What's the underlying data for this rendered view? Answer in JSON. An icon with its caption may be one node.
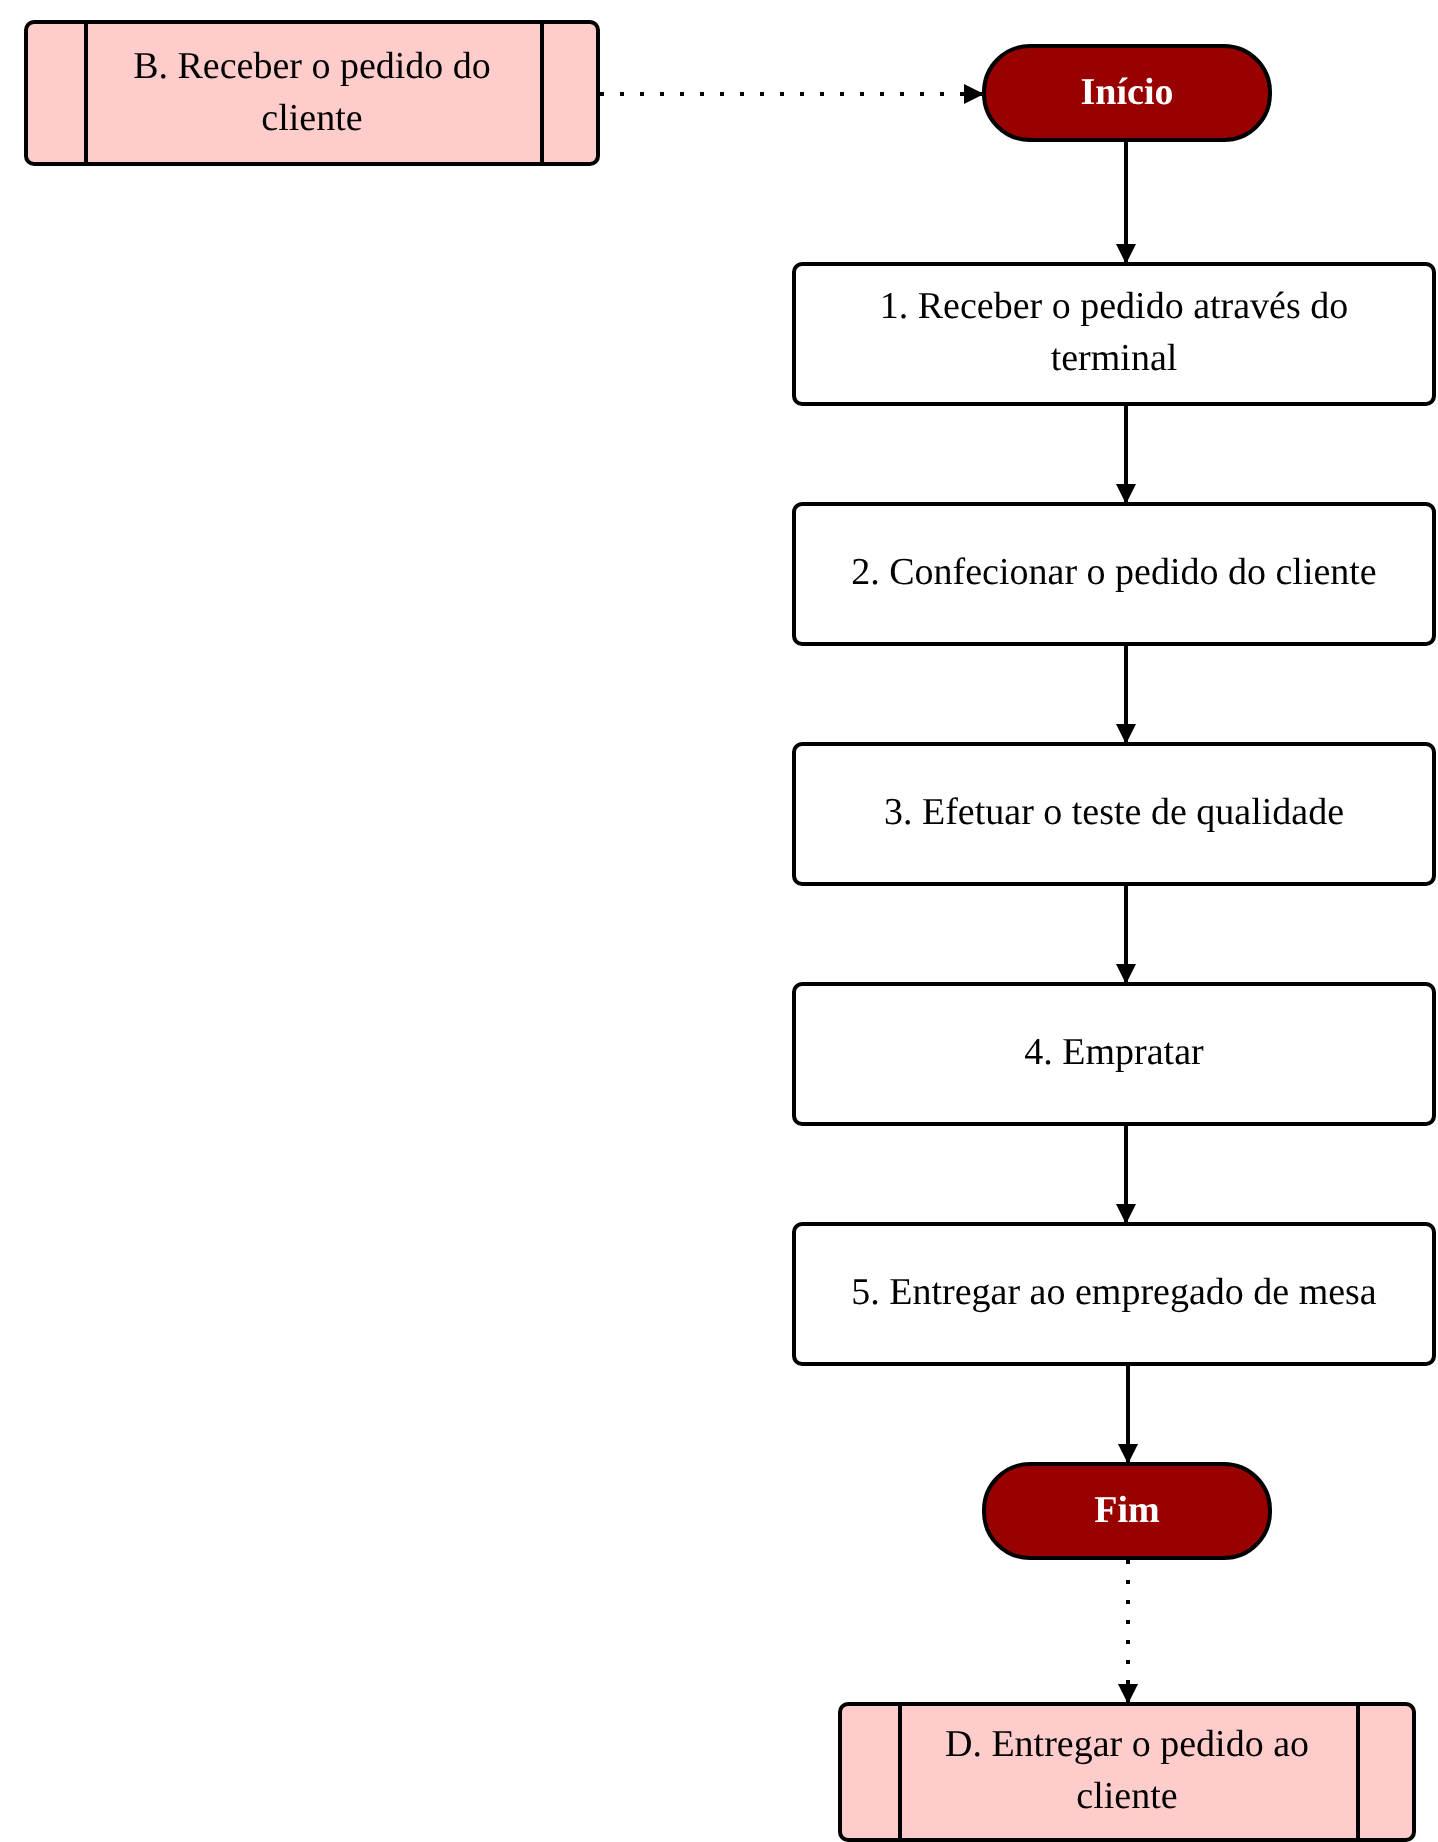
{
  "diagram": {
    "nodes": [
      {
        "text": [
          "B. Receber o pedido do cliente"
        ]
      },
      {
        "text": [
          "Início"
        ]
      },
      {
        "text": [
          "1. Receber o pedido através do terminal"
        ]
      },
      {
        "text": [
          "2. Confecionar o pedido do cliente"
        ]
      },
      {
        "text": [
          "3. Efetuar o teste de qualidade"
        ]
      },
      {
        "text": [
          "4. Empratar"
        ]
      },
      {
        "text": [
          "5. Entregar ao empregado de mesa"
        ]
      },
      {
        "text": [
          "Fim"
        ]
      },
      {
        "text": [
          "D. Entregar o pedido ao cliente"
        ]
      }
    ],
    "edges": [
      {
        "from": 0,
        "to": 1,
        "arrow": "to",
        "style": "dashed"
      },
      {
        "from": 1,
        "to": 2,
        "arrow": "to"
      },
      {
        "from": 2,
        "to": 3,
        "arrow": "to"
      },
      {
        "from": 3,
        "to": 4,
        "arrow": "to"
      },
      {
        "from": 4,
        "to": 5,
        "arrow": "to"
      },
      {
        "from": 5,
        "to": 6,
        "arrow": "to"
      },
      {
        "from": 6,
        "to": 7,
        "arrow": "to"
      },
      {
        "from": 7,
        "to": 8,
        "arrow": "to",
        "style": "dashed"
      }
    ]
  }
}
